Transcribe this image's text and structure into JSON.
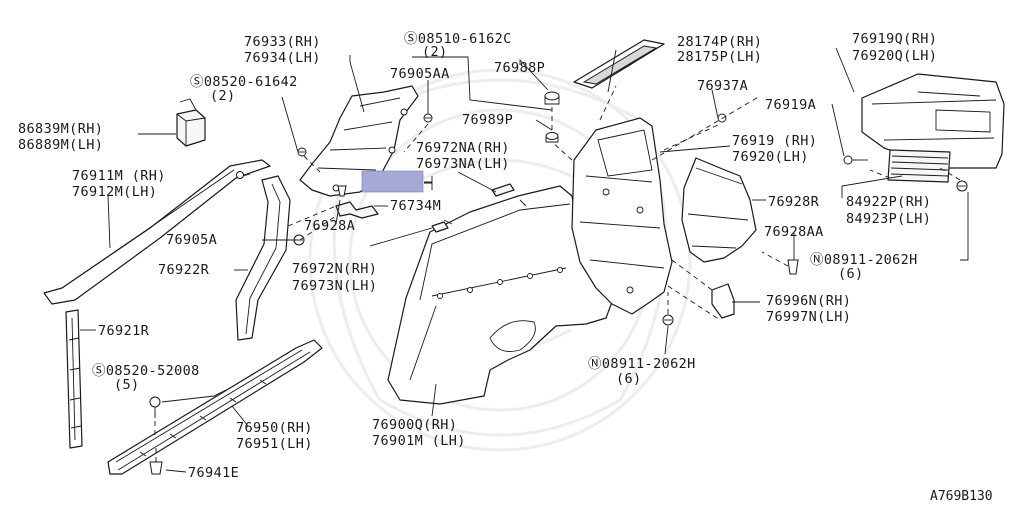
{
  "diagram_ref": "A769B130",
  "labels": {
    "l_76933": "76933(RH)",
    "l_76934": "76934(LH)",
    "l_08510_code": "Ⓢ08510-6162C",
    "l_08510_qty": "(2)",
    "l_28174": "28174P(RH)",
    "l_28175": "28175P(LH)",
    "l_76919q": "76919Q(RH)",
    "l_76920q": "76920Q(LH)",
    "l_08520_61642_code": "Ⓢ08520-61642",
    "l_08520_61642_qty": "(2)",
    "l_76905aa": "76905AA",
    "l_76988p": "76988P",
    "l_76937a": "76937A",
    "l_76919a": "76919A",
    "l_86839m": "86839M(RH)",
    "l_86889m": "86889M(LH)",
    "l_76989p": "76989P",
    "l_76919": "76919 (RH)",
    "l_76920": "76920(LH)",
    "l_76972na": "76972NA(RH)",
    "l_76973na": "76973NA(LH)",
    "l_76911m": "76911M (RH)",
    "l_76912m": "76912M(LH)",
    "l_76734m": "76734M",
    "l_76928r": "76928R",
    "l_84922p": "84922P(RH)",
    "l_84923p": "84923P(LH)",
    "l_76905a": "76905A",
    "l_76928a": "76928A",
    "l_76928aa": "76928AA",
    "l_76972n": "76972N(RH)",
    "l_76973n": "76973N(LH)",
    "l_08911_top_code": "Ⓝ08911-2062H",
    "l_08911_top_qty": "(6)",
    "l_76922r": "76922R",
    "l_76996n": "76996N(RH)",
    "l_76997n": "76997N(LH)",
    "l_76921r": "76921R",
    "l_08911_bot_code": "Ⓝ08911-2062H",
    "l_08911_bot_qty": "(6)",
    "l_08520_52008_code": "Ⓢ08520-52008",
    "l_08520_52008_qty": "(5)",
    "l_76950": "76950(RH)",
    "l_76951": "76951(LH)",
    "l_76900q": "76900Q(RH)",
    "l_76901m": "76901M (LH)",
    "l_76941e": "76941E"
  },
  "colors": {
    "ink": "#1a1a1a",
    "highlight": "#a6a8d8",
    "watermark": "#ececf2"
  }
}
